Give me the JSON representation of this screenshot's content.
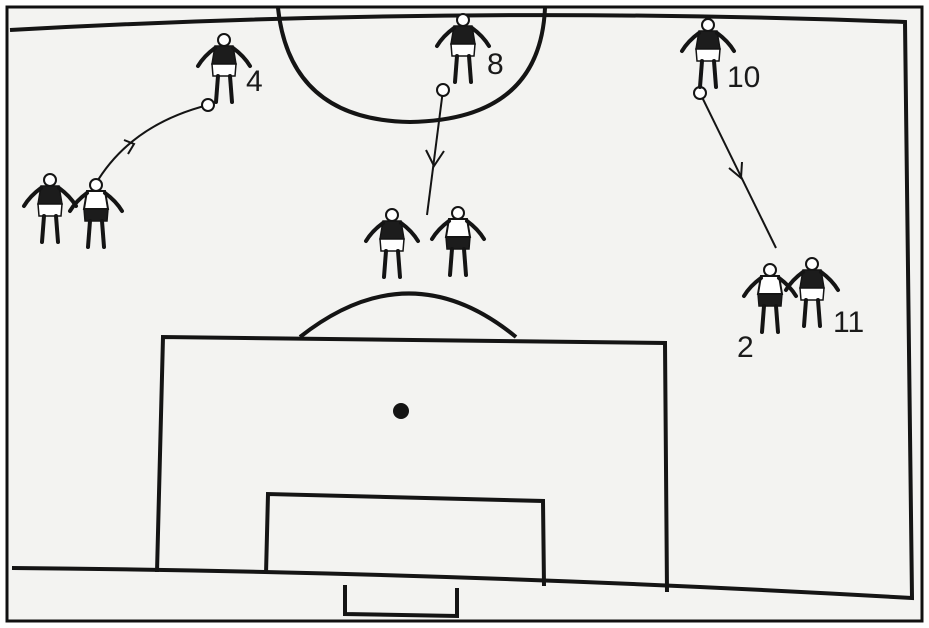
{
  "labels": {
    "p4": "4",
    "p8": "8",
    "p10": "10",
    "p2": "2",
    "p11": "11"
  },
  "colors": {
    "paper": "#f2f2f0",
    "ink": "#141414",
    "dark_kit": "#1c1c1c",
    "light_kit": "#ffffff"
  }
}
